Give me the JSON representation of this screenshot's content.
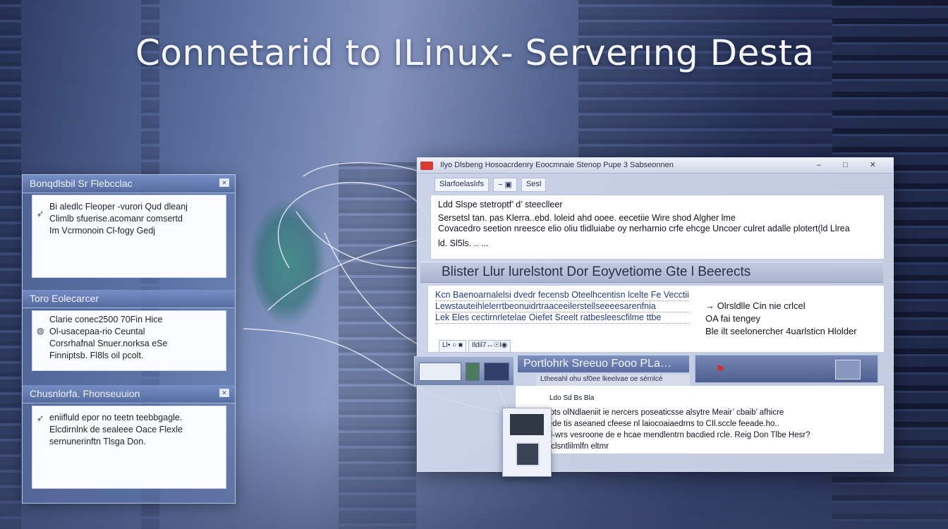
{
  "headline": "Connetarid to ILinux- Serverıng Desta",
  "left_panel": {
    "section1": {
      "title": "Bonqdlsbil  Sr Flebcclac",
      "lines": [
        "Bi aledlc Fleoper ‑vurori Qud dleanj",
        "Climlb sfuerise.acomanr comsertd",
        "Im Vcrmonoin Cl‑fogy Gedj"
      ]
    },
    "section2": {
      "title": "Toro Eolecarcer",
      "lines": [
        "Clarie conec2500 70Fin Hice",
        "Ol‑usacepaa‑rio Ceuntal",
        "Corsrhafnal Snuer.norksa eSe",
        "Finniptsb. Fl8ls oil pcolt."
      ]
    },
    "section3": {
      "title": "Chusnlorfa.  Fhonseuuion",
      "lines": [
        "eniifluld epor no teetn teebbgagle.",
        "Elcdirnlnk de sealeee Oace Flexle",
        "sernunerinftn Tlsga Don."
      ]
    }
  },
  "main_window": {
    "title": "Ilyo Dlsbeng Hosoacrdenry Eoocmnaie Stenop Pupe 3 Sabseonnen",
    "controls": "– □ ✕",
    "toolbar": [
      "Slarfoelaslıfs",
      "− ▣",
      "Sesl"
    ],
    "top_pane": [
      "Ldd Slspe stetroptf’ d’ steeclleer",
      "Sersetsl tan. pas Klerra..ebd. loleid ahd ooee. eecetiie Wire shod  Algher lme",
      "Covacedro seetion nreesce elio oliu tlidluiabe oy nerharnio crfe ehcge Uncoer culret adalle plotert(ld Llrea",
      "ld. Sl5ls. ..   ..."
    ],
    "banner": "Blister  Llur  lurelstont  Dor  Eoyvetiome  Gte l  Beerects",
    "link_pane": [
      "Kcn Baenoarnalelsi dvedr fecensb Oteelhcentisn lcelte Fe Vecctiirie el.Lvwsetin.pi.",
      "Lewstauteihlelerrtbeonuidrtraaceeilerstellseeeesarenfnia",
      "Lek Eles cectirnrletelae Oiefet Sreelt ratbesleescfilme ttbe"
    ],
    "side_notes": [
      "→ Olrsldlle  Cin nie crlcel",
      "OA fai tengey",
      "Ble ilt seelonercher 4uarlsticn Hlolder"
    ],
    "lower_toolbar": [
      "Ll• ○ ■",
      "Ildil7↔☉l◉"
    ],
    "portal": {
      "title": "Portlohrk Sreeuo  Fooo PLa…",
      "subtitle": "Ltheeahl ohu sf0ee lkeelvae oe sérnlcé",
      "header_small": "Ldo Sd Bs Bla",
      "lines": [
        "Ch Eheots olNdlaeniit ie nercers poseaticsse alsytre Meair’ cbaib’ afhicre",
        "Ald Mdede tis aseaned cfeese nl laiocoaiaedrns to CIl.sccle feeade.ho..",
        "‘Midn ell‑wrs vesroone de e hcae mendlentrn bacdied rcle. Reig Don Tlbe Hesr?",
        "lim  dracclsntlilmlfn eltmr"
      ]
    }
  }
}
